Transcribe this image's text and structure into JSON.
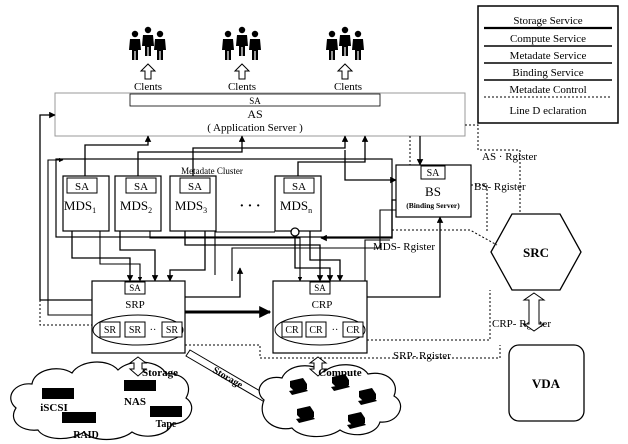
{
  "legend": {
    "items": [
      "Storage Service",
      "Compute Service",
      "Metadate Service",
      "Binding Service",
      "Metadate Control",
      "Line D eclaration"
    ]
  },
  "clients": [
    "Clents",
    "Clents",
    "Clents"
  ],
  "as": {
    "tag": "SA",
    "name": "AS",
    "full": "( Application Server )"
  },
  "cluster_label": "Metadate Cluster",
  "mds": [
    {
      "tag": "SA",
      "name": "MDS",
      "sub": "1"
    },
    {
      "tag": "SA",
      "name": "MDS",
      "sub": "2"
    },
    {
      "tag": "SA",
      "name": "MDS",
      "sub": "3"
    },
    {
      "tag": "SA",
      "name": "MDS",
      "sub": "n"
    }
  ],
  "ellipsis": "· · ·",
  "bs": {
    "tag": "SA",
    "name": "BS",
    "full": "(Binding Server)"
  },
  "src": "SRC",
  "vda": "VDA",
  "registers": {
    "as": "AS · Rgister",
    "bs": "BS- Rgister",
    "mds": "MDS- Rgister",
    "crp": "CRP- Rgister",
    "srp": "SRP- Rgister"
  },
  "srp": {
    "tag": "SA",
    "name": "SRP",
    "units": [
      "SR",
      "SR",
      "SR"
    ],
    "dots": "··"
  },
  "crp": {
    "tag": "SA",
    "name": "CRP",
    "units": [
      "CR",
      "CR",
      "CR"
    ],
    "dots": "··"
  },
  "storage_cloud": {
    "label": "Storage",
    "devices": [
      "iSCSI",
      "NAS",
      "Tape",
      "RAID"
    ]
  },
  "storage_arrow": "Storage",
  "compute_cloud": {
    "label": "Compute"
  }
}
